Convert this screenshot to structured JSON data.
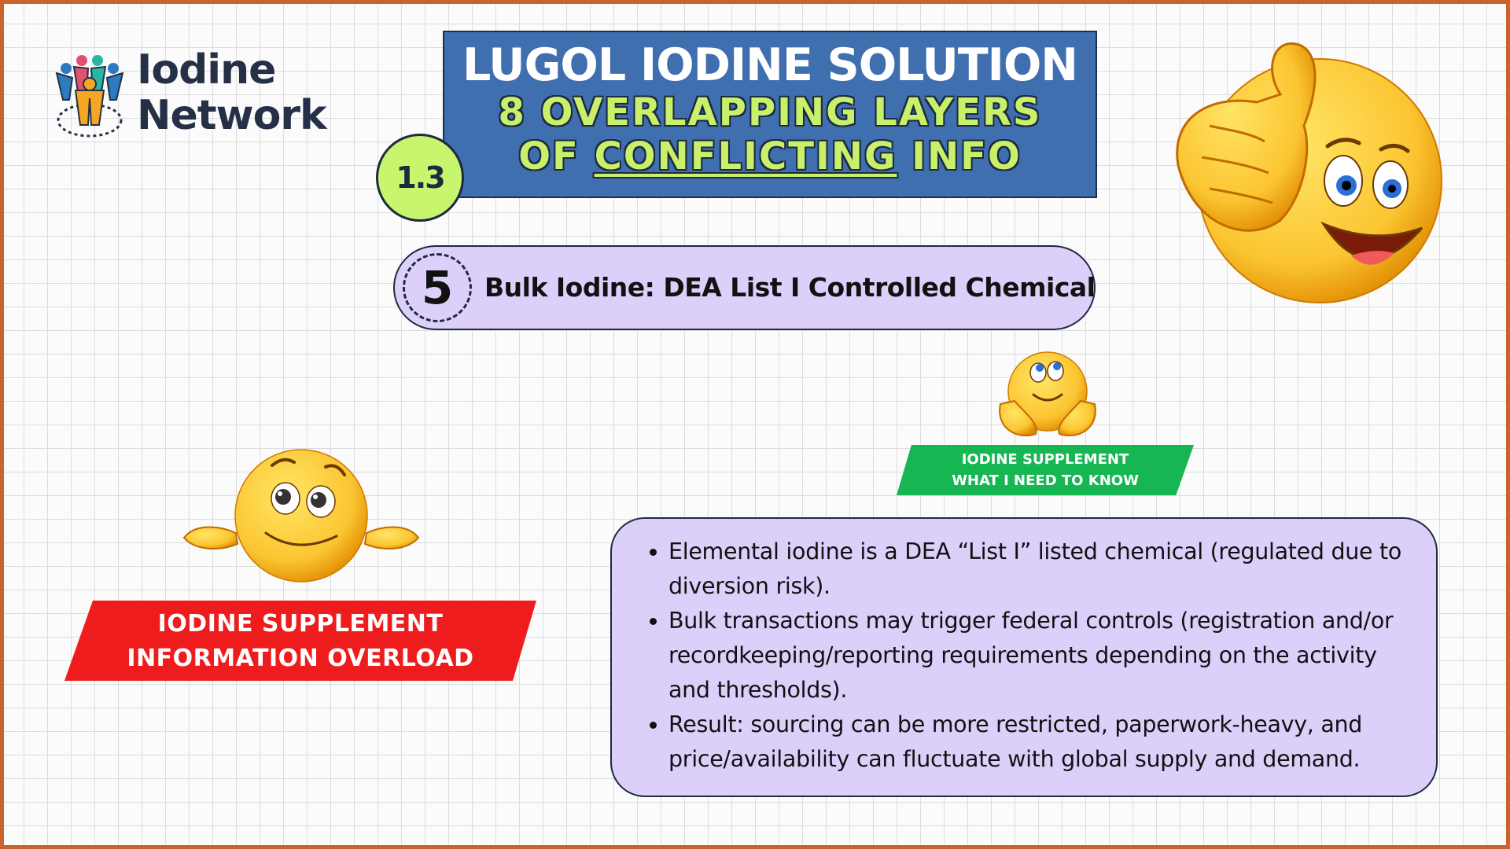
{
  "logo": {
    "line1": "Iodine",
    "line2": "Network"
  },
  "title": {
    "main": "LUGOL IODINE SOLUTION",
    "sub_line1": "8 OVERLAPPING LAYERS",
    "sub_line2_pre": "OF ",
    "sub_line2_underlined": "CONFLICTING",
    "sub_line2_post": " INFO"
  },
  "badge": "1.3",
  "layer": {
    "number": "5",
    "text": "Bulk Iodine: DEA List I Controlled Chemical"
  },
  "green_tag": {
    "line1": "IODINE SUPPLEMENT",
    "line2": "WHAT I NEED TO KNOW"
  },
  "red_tag": {
    "line1": "IODINE SUPPLEMENT",
    "line2": "INFORMATION OVERLOAD"
  },
  "bullets": [
    "Elemental iodine is a DEA “List I” listed chemical (regulated due to diversion risk).",
    "Bulk transactions may trigger federal controls (registration and/or recordkeeping/reporting requirements depending on the activity and thresholds).",
    "Result: sourcing can be more restricted, paperwork-heavy, and price/availability can fluctuate with global supply and demand."
  ],
  "icons": {
    "logo": "people-network-icon",
    "thumbs_up": "thumbs-up-emoji",
    "thinking": "thinking-emoji",
    "shrug": "shrug-emoji"
  },
  "colors": {
    "frame": "#c8642c",
    "title_bg": "#3f6fae",
    "title_accent": "#c8f06a",
    "pill_bg": "#dcd0fb",
    "green": "#16b752",
    "red": "#ee1c1c",
    "emoji_yellow": "#fbc531"
  }
}
